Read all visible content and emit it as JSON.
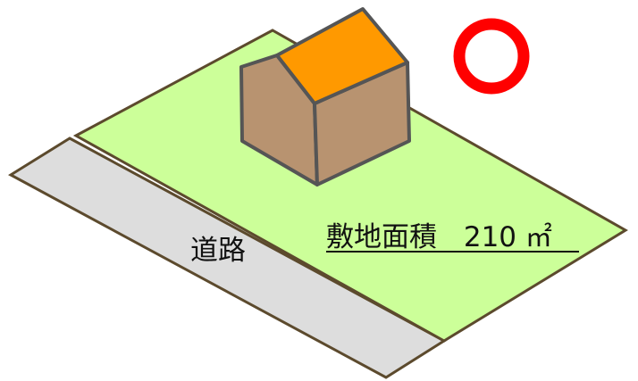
{
  "road": {
    "label": "道路"
  },
  "site": {
    "area_label": "敷地面積",
    "area_value": "210",
    "area_unit": "㎡"
  },
  "marker": {
    "symbol": "circle",
    "meaning": "OK"
  },
  "colors": {
    "lot_fill": "#ccff99",
    "lot_stroke": "#5c4a2d",
    "road_fill": "#dddddd",
    "roof_fill": "#ff9900",
    "wall_fill": "#b89370",
    "house_stroke": "#555555",
    "marker": "#ff0000"
  }
}
